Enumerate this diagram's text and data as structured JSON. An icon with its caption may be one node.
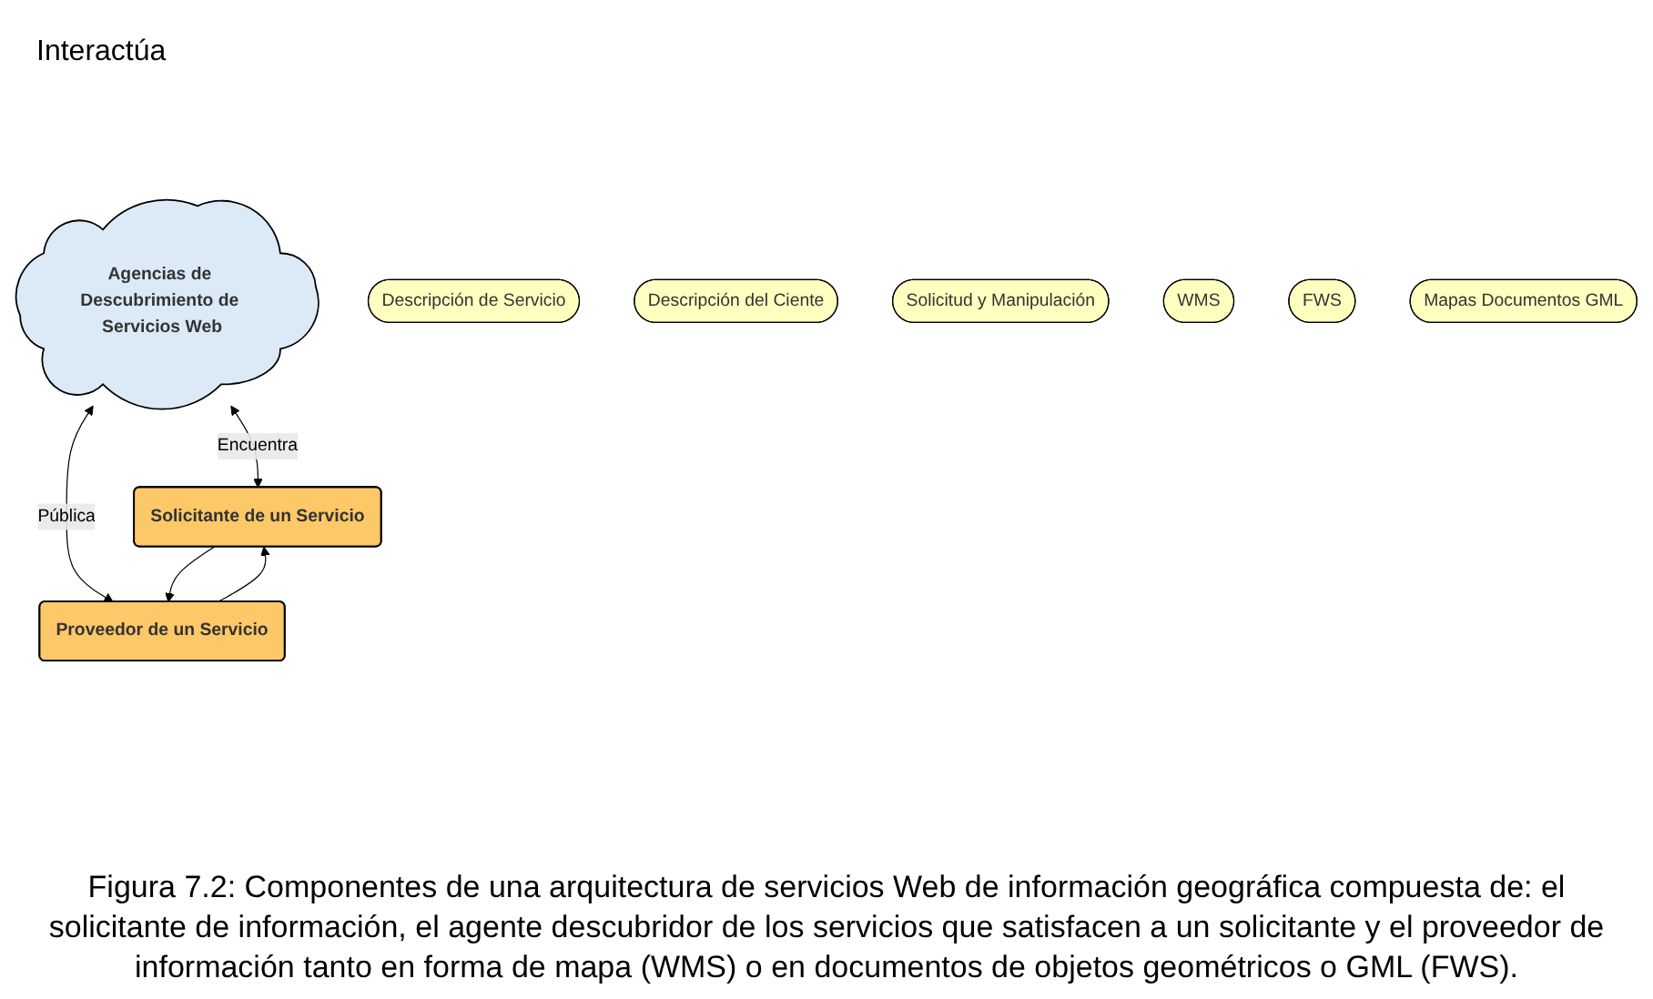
{
  "diagram": {
    "caption": "Figura 7.2: Componentes de una arquitectura de servicios Web de información geográfica compuesta de: el solicitante de información, el agente descubridor de los servicios que satisfacen a un solicitante y el proveedor de información tanto en forma de mapa (WMS) o en documentos de objetos geométricos o GML (FWS).",
    "nodes": [
      {
        "text": [
          "Agencias de Descubrimiento de Servicios Web"
        ]
      },
      {
        "text": [
          "Descripción de Servicio"
        ]
      },
      {
        "text": [
          "Solicitante de un Servicio"
        ]
      },
      {
        "text": [
          "Descripción del Ciente"
        ]
      },
      {
        "text": [
          "Solicitud y Manipulación"
        ]
      },
      {
        "text": [
          "Proveedor de un Servicio"
        ]
      },
      {
        "text": [
          "WMS"
        ]
      },
      {
        "text": [
          "FWS"
        ]
      },
      {
        "text": [
          "Mapas Documentos GML"
        ]
      }
    ],
    "edges": [
      {
        "from": 0,
        "to": 2,
        "arrow": "both",
        "label": "Encuentra"
      },
      {
        "from": 0,
        "to": 5,
        "arrow": "both",
        "label": "Pública"
      },
      {
        "from": 2,
        "to": 5,
        "arrow": "to"
      },
      {
        "from": 5,
        "to": 2,
        "arrow": "to"
      }
    ],
    "labels": [
      "Interactúa"
    ]
  }
}
